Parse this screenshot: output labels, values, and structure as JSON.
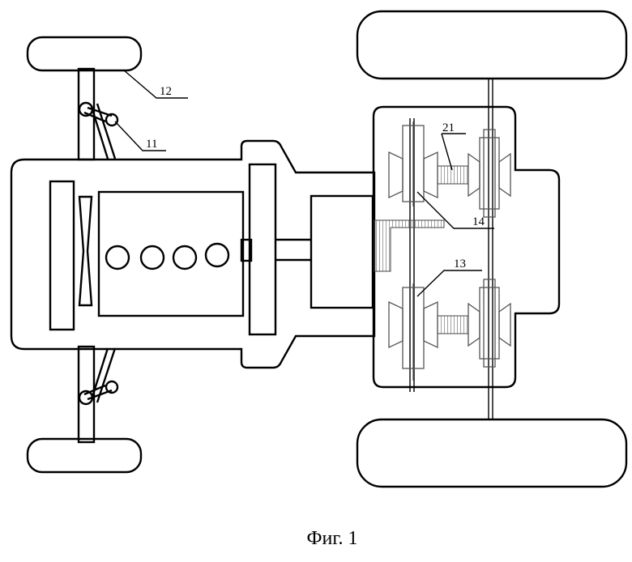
{
  "figure": {
    "caption": "Фиг. 1",
    "labels": {
      "l12": "12",
      "l11": "11",
      "l21": "21",
      "l14": "14",
      "l13": "13"
    }
  }
}
